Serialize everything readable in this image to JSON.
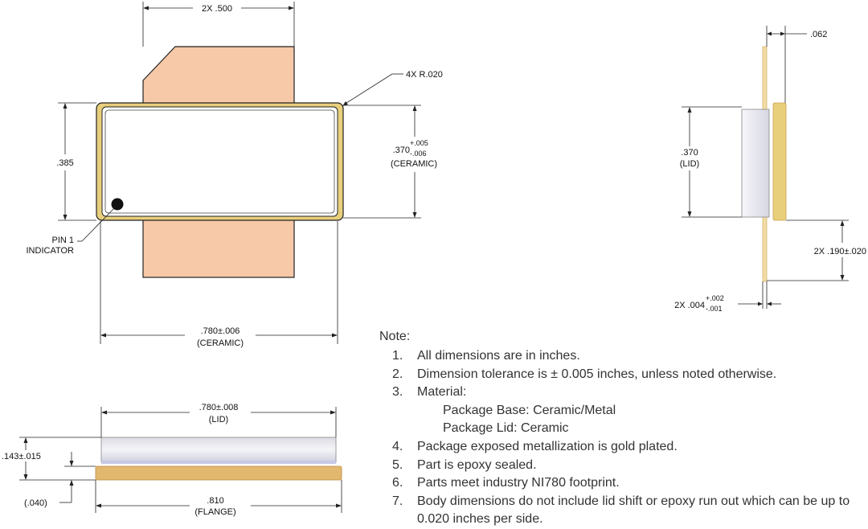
{
  "colors": {
    "flange": "#F7C9A8",
    "flange_stroke": "#222222",
    "gold": "#E8CF7C",
    "gold_dark": "#C9A04E",
    "ceramic": "#FFFFFF",
    "lid_side": "#E4E4EA",
    "line": "#111111"
  },
  "top_view": {
    "lead_width_dim": "2X .500",
    "corner_radius": "4X R.020",
    "height_dim": ".385",
    "ceramic_height_nominal": ".370",
    "ceramic_height_tol_plus": "+.005",
    "ceramic_height_tol_minus": "-.006",
    "ceramic_height_label": "(CERAMIC)",
    "pin1_line1": "PIN 1",
    "pin1_line2": "INDICATOR",
    "ceramic_width_dim": ".780±.006",
    "ceramic_width_label": "(CERAMIC)"
  },
  "side_view": {
    "thickness_dim": ".062",
    "lid_height_dim": ".370",
    "lid_height_label": "(LID)",
    "lead_offset_dim": "2X .190±.020",
    "lead_thickness_nominal": "2X .004",
    "lead_thickness_tol_plus": "+.002",
    "lead_thickness_tol_minus": "-.001"
  },
  "front_view": {
    "lid_width_dim": ".780±.008",
    "lid_width_label": "(LID)",
    "height_dim": ".143±.015",
    "flange_thickness_dim": "(.040)",
    "flange_width_dim": ".810",
    "flange_width_label": "(FLANGE)"
  },
  "notes": {
    "title": "Note:",
    "items": [
      {
        "num": "1.",
        "text": "All dimensions are in inches."
      },
      {
        "num": "2.",
        "text": "Dimension tolerance is ± 0.005 inches, unless noted otherwise."
      },
      {
        "num": "3.",
        "text": "Material:"
      },
      {
        "num": "4.",
        "text": "Package exposed metallization is gold plated."
      },
      {
        "num": "5.",
        "text": "Part is epoxy sealed."
      },
      {
        "num": "6.",
        "text": "Parts meet industry NI780 footprint."
      },
      {
        "num": "7.",
        "text": "Body dimensions do not include lid shift or epoxy run out which can be up to 0.020 inches per side."
      }
    ],
    "material_base": "Package Base: Ceramic/Metal",
    "material_lid": "Package Lid: Ceramic"
  }
}
